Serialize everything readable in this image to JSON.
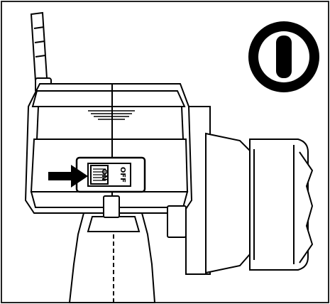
{
  "figure": {
    "kind": "line-art illustration",
    "subject-icon": "radio-transmitter-icon",
    "power-badge-icon": "power-on-icon",
    "pointer-icon": "arrow-right-icon"
  },
  "power_switch": {
    "on_label": "ON",
    "off_label": "OFF",
    "state": "on"
  },
  "colors": {
    "line": "#000000",
    "fill": "#ffffff",
    "badge": "#000000",
    "frame": "#222222"
  }
}
